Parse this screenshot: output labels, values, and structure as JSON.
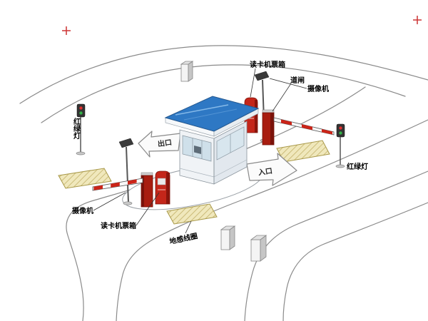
{
  "diagram": {
    "labels": {
      "card_reader_top": "读卡机票箱",
      "barrier_gate": "道闸",
      "camera_right": "摄像机",
      "traffic_light_left": "红绿灯",
      "traffic_light_right": "红绿灯",
      "camera_left": "摄像机",
      "card_reader_left": "读卡机票箱",
      "ground_loop": "地感线圈",
      "exit": "出口",
      "entrance": "入口"
    },
    "colors": {
      "roof_blue": "#2e78c4",
      "device_red": "#c4261a",
      "loop_yellow": "#f0e8bc",
      "road_gray": "#8a8a8a",
      "mark_red": "#cc3333"
    }
  }
}
